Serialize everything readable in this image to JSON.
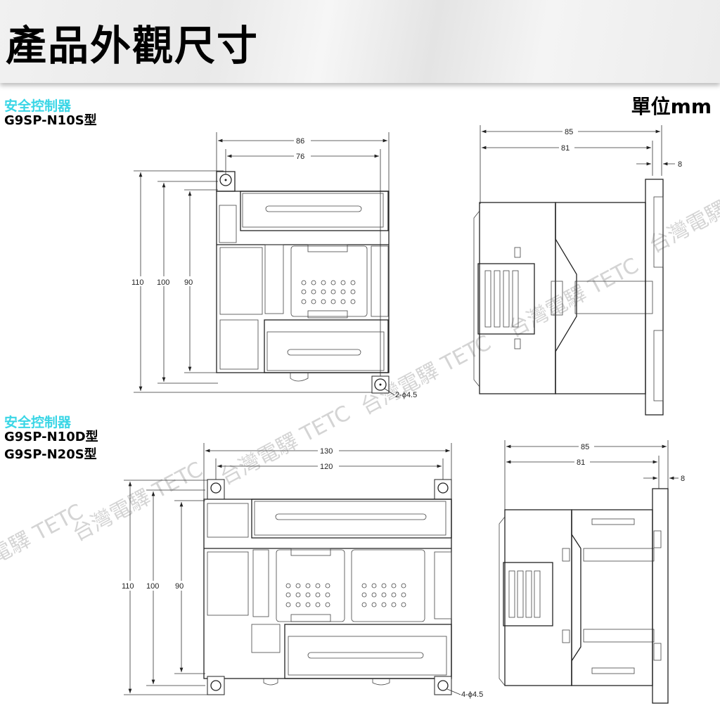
{
  "header": {
    "title": "產品外觀尺寸"
  },
  "unit_label": "單位mm",
  "watermark": "台灣電驛 TETC",
  "sections": [
    {
      "category": "安全控制器",
      "models": [
        "G9SP-N10S型"
      ],
      "front_dims": {
        "width_outer": "86",
        "width_inner": "76",
        "height_outer": "110",
        "height_mid": "100",
        "height_inner": "90",
        "holes": "2-ϕ4.5"
      },
      "side_dims": {
        "depth_outer": "85",
        "depth_inner": "81",
        "rail": "8"
      }
    },
    {
      "category": "安全控制器",
      "models": [
        "G9SP-N10D型",
        "G9SP-N20S型"
      ],
      "front_dims": {
        "width_outer": "130",
        "width_inner": "120",
        "height_outer": "110",
        "height_mid": "100",
        "height_inner": "90",
        "holes": "4-ϕ4.5"
      },
      "side_dims": {
        "depth_outer": "85",
        "depth_inner": "81",
        "rail": "8"
      }
    }
  ]
}
